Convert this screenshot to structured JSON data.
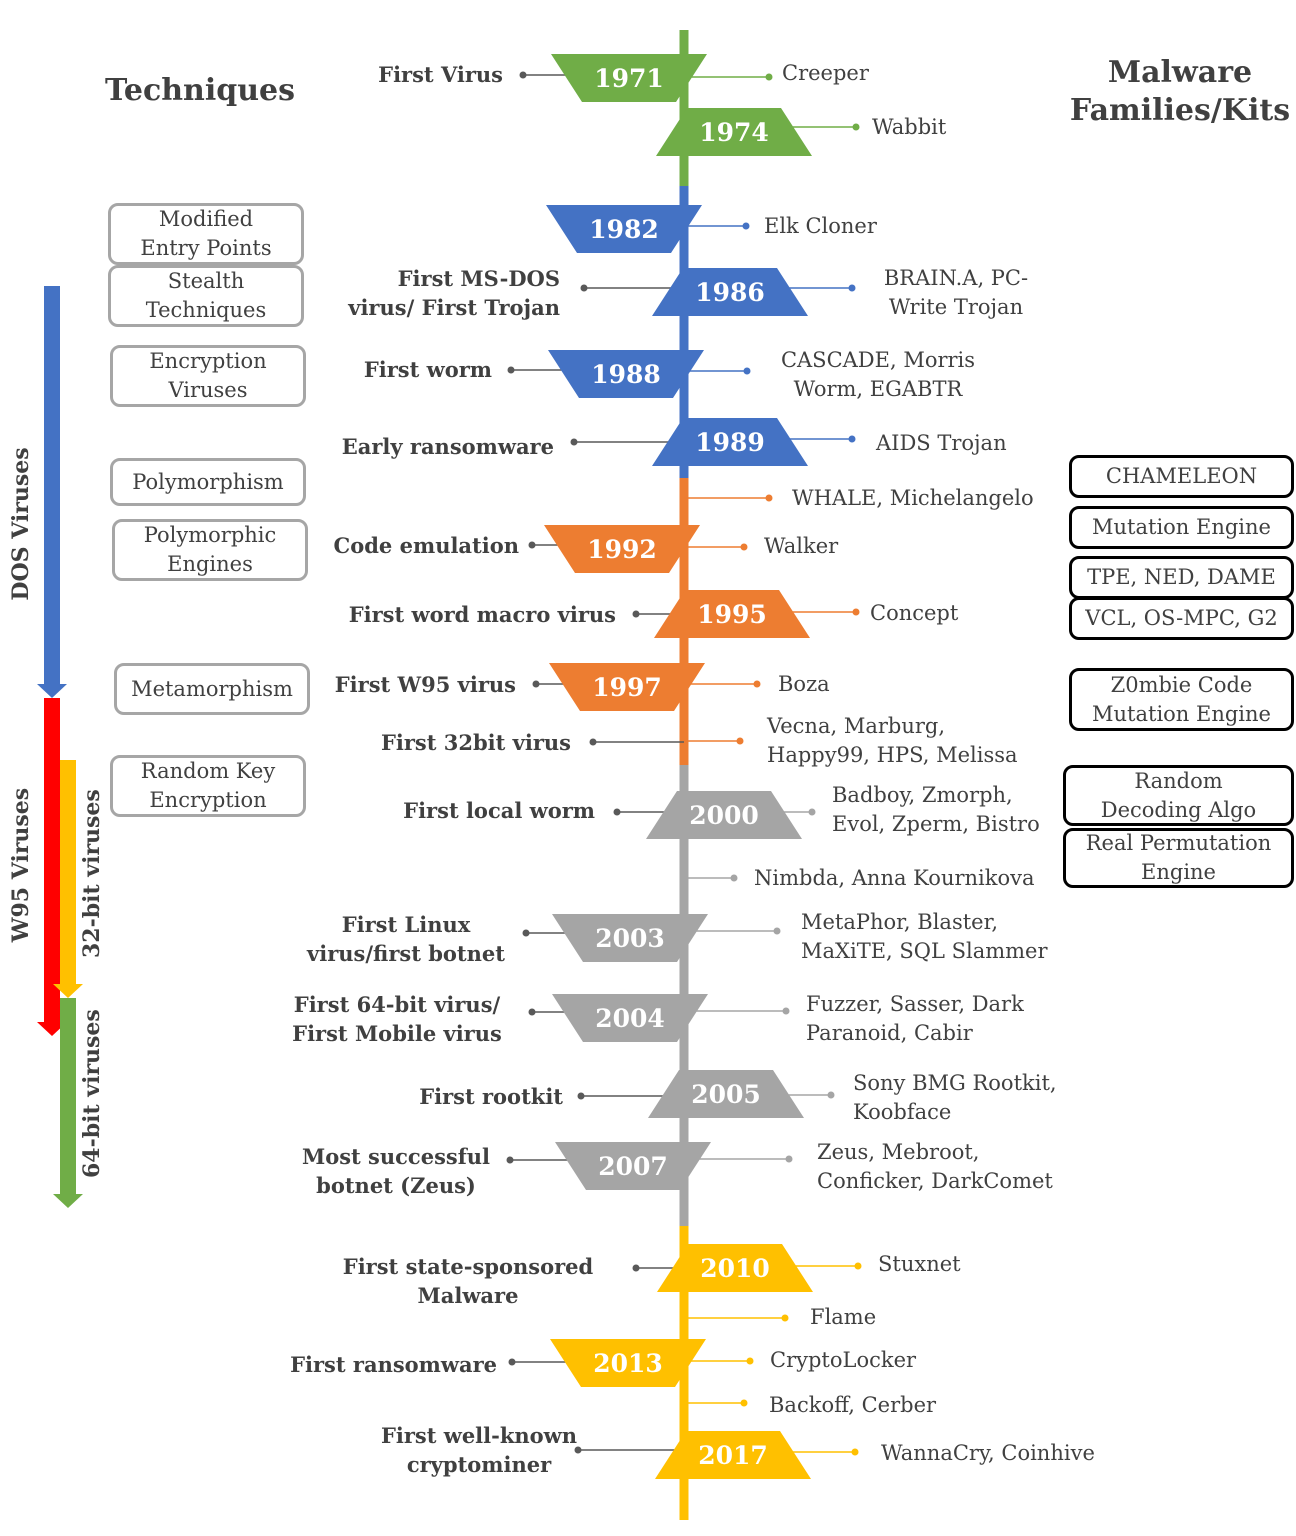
{
  "headings": {
    "techniques": "Techniques",
    "families": "Malware\nFamilies/Kits"
  },
  "colors": {
    "green": "#70ad47",
    "blue": "#4472c4",
    "orange": "#ed7d31",
    "gray": "#a5a5a5",
    "gold": "#ffc000",
    "red": "#ff0000",
    "connector_dark": "#595959"
  },
  "eras": {
    "dos": "DOS Viruses",
    "w95": "W95 Viruses",
    "bit32": "32-bit viruses",
    "bit64": "64-bit viruses"
  },
  "years": [
    "1971",
    "1974",
    "1982",
    "1986",
    "1988",
    "1989",
    "1992",
    "1995",
    "1997",
    "2000",
    "2003",
    "2004",
    "2005",
    "2007",
    "2010",
    "2013",
    "2017"
  ],
  "events": [
    "First Virus",
    "First MS-DOS\nvirus/ First Trojan",
    "First worm",
    "Early ransomware",
    "Code emulation",
    "First word macro virus",
    "First W95 virus",
    "First 32bit virus",
    "First local worm",
    "First Linux\nvirus/first botnet",
    "First 64-bit virus/\nFirst Mobile virus",
    "First rootkit",
    "Most successful\nbotnet (Zeus)",
    "First state-sponsored\nMalware",
    "First ransomware",
    "First well-known\ncryptominer"
  ],
  "families": [
    "Creeper",
    "Wabbit",
    "Elk Cloner",
    "BRAIN.A, PC-\nWrite Trojan",
    "CASCADE, Morris\nWorm, EGABTR",
    "AIDS Trojan",
    "WHALE, Michelangelo",
    "Walker",
    "Concept",
    "Boza",
    "Vecna, Marburg,\nHappy99, HPS, Melissa",
    "Badboy, Zmorph,\nEvol, Zperm, Bistro",
    "Nimbda, Anna Kournikova",
    "MetaPhor, Blaster,\nMaXiTE, SQL Slammer",
    "Fuzzer, Sasser, Dark\nParanoid, Cabir",
    "Sony BMG Rootkit,\nKoobface",
    "Zeus, Mebroot,\nConficker, DarkComet",
    "Stuxnet",
    "Flame",
    "CryptoLocker",
    "Backoff, Cerber",
    "WannaCry, Coinhive"
  ],
  "techniques": [
    "Modified\nEntry Points",
    "Stealth\nTechniques",
    "Encryption\nViruses",
    "Polymorphism",
    "Polymorphic\nEngines",
    "Metamorphism",
    "Random Key\nEncryption"
  ],
  "kits": [
    "CHAMELEON",
    "Mutation Engine",
    "TPE, NED, DAME",
    "VCL, OS-MPC, G2",
    "Z0mbie Code\nMutation Engine",
    "Random\nDecoding Algo",
    "Real Permutation\nEngine"
  ]
}
